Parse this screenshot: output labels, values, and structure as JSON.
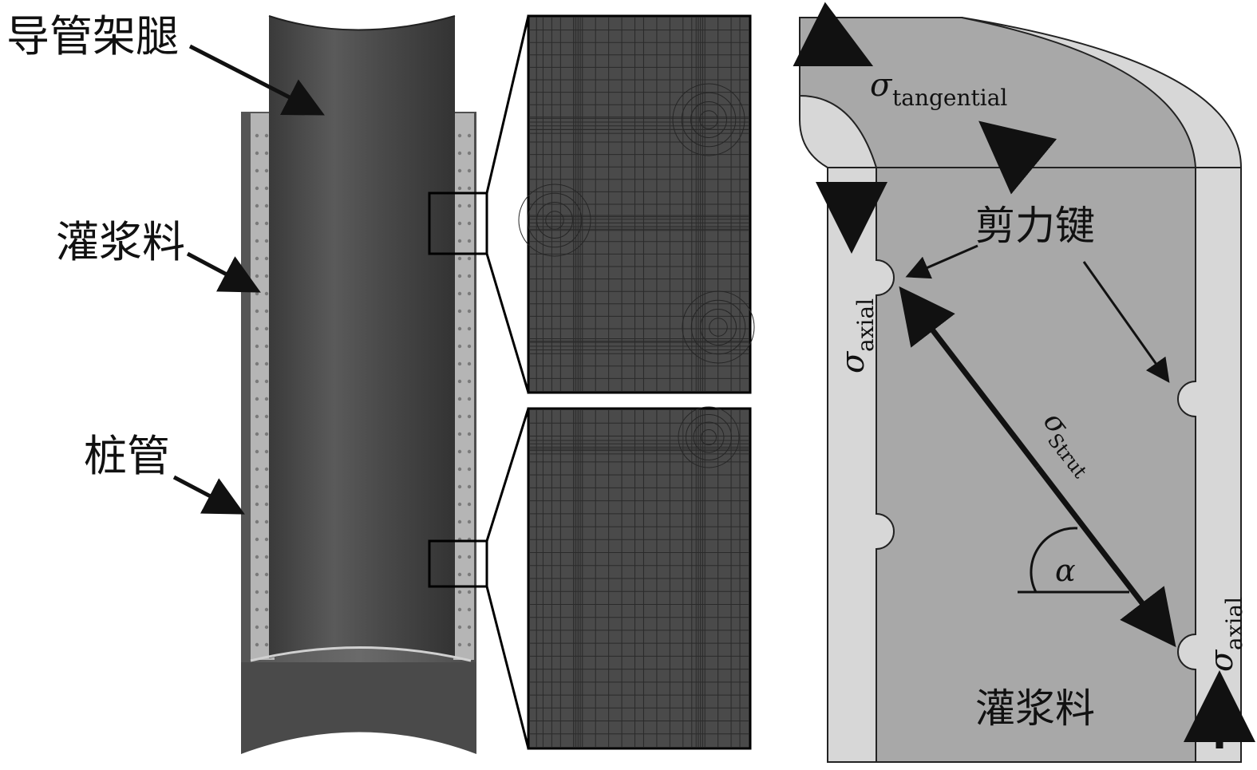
{
  "labels": {
    "jacket_leg": "导管架腿",
    "grout": "灌浆料",
    "pile": "桩管",
    "shear_key": "剪力键",
    "grout_right": "灌浆料"
  },
  "symbols": {
    "sigma": "σ",
    "tangential": "tangential",
    "axial": "axial",
    "strut": "Strut",
    "alpha": "α"
  },
  "colors": {
    "dark_tube": "#3f3f3f",
    "mid_tube": "#555555",
    "grout_light": "#b7b7b7",
    "panel_fill": "#a9a9a9",
    "steel_band": "#d6d6d6",
    "mesh_bg": "#4a4a4a",
    "mesh_line": "#2e2e2e",
    "line": "#111111"
  }
}
